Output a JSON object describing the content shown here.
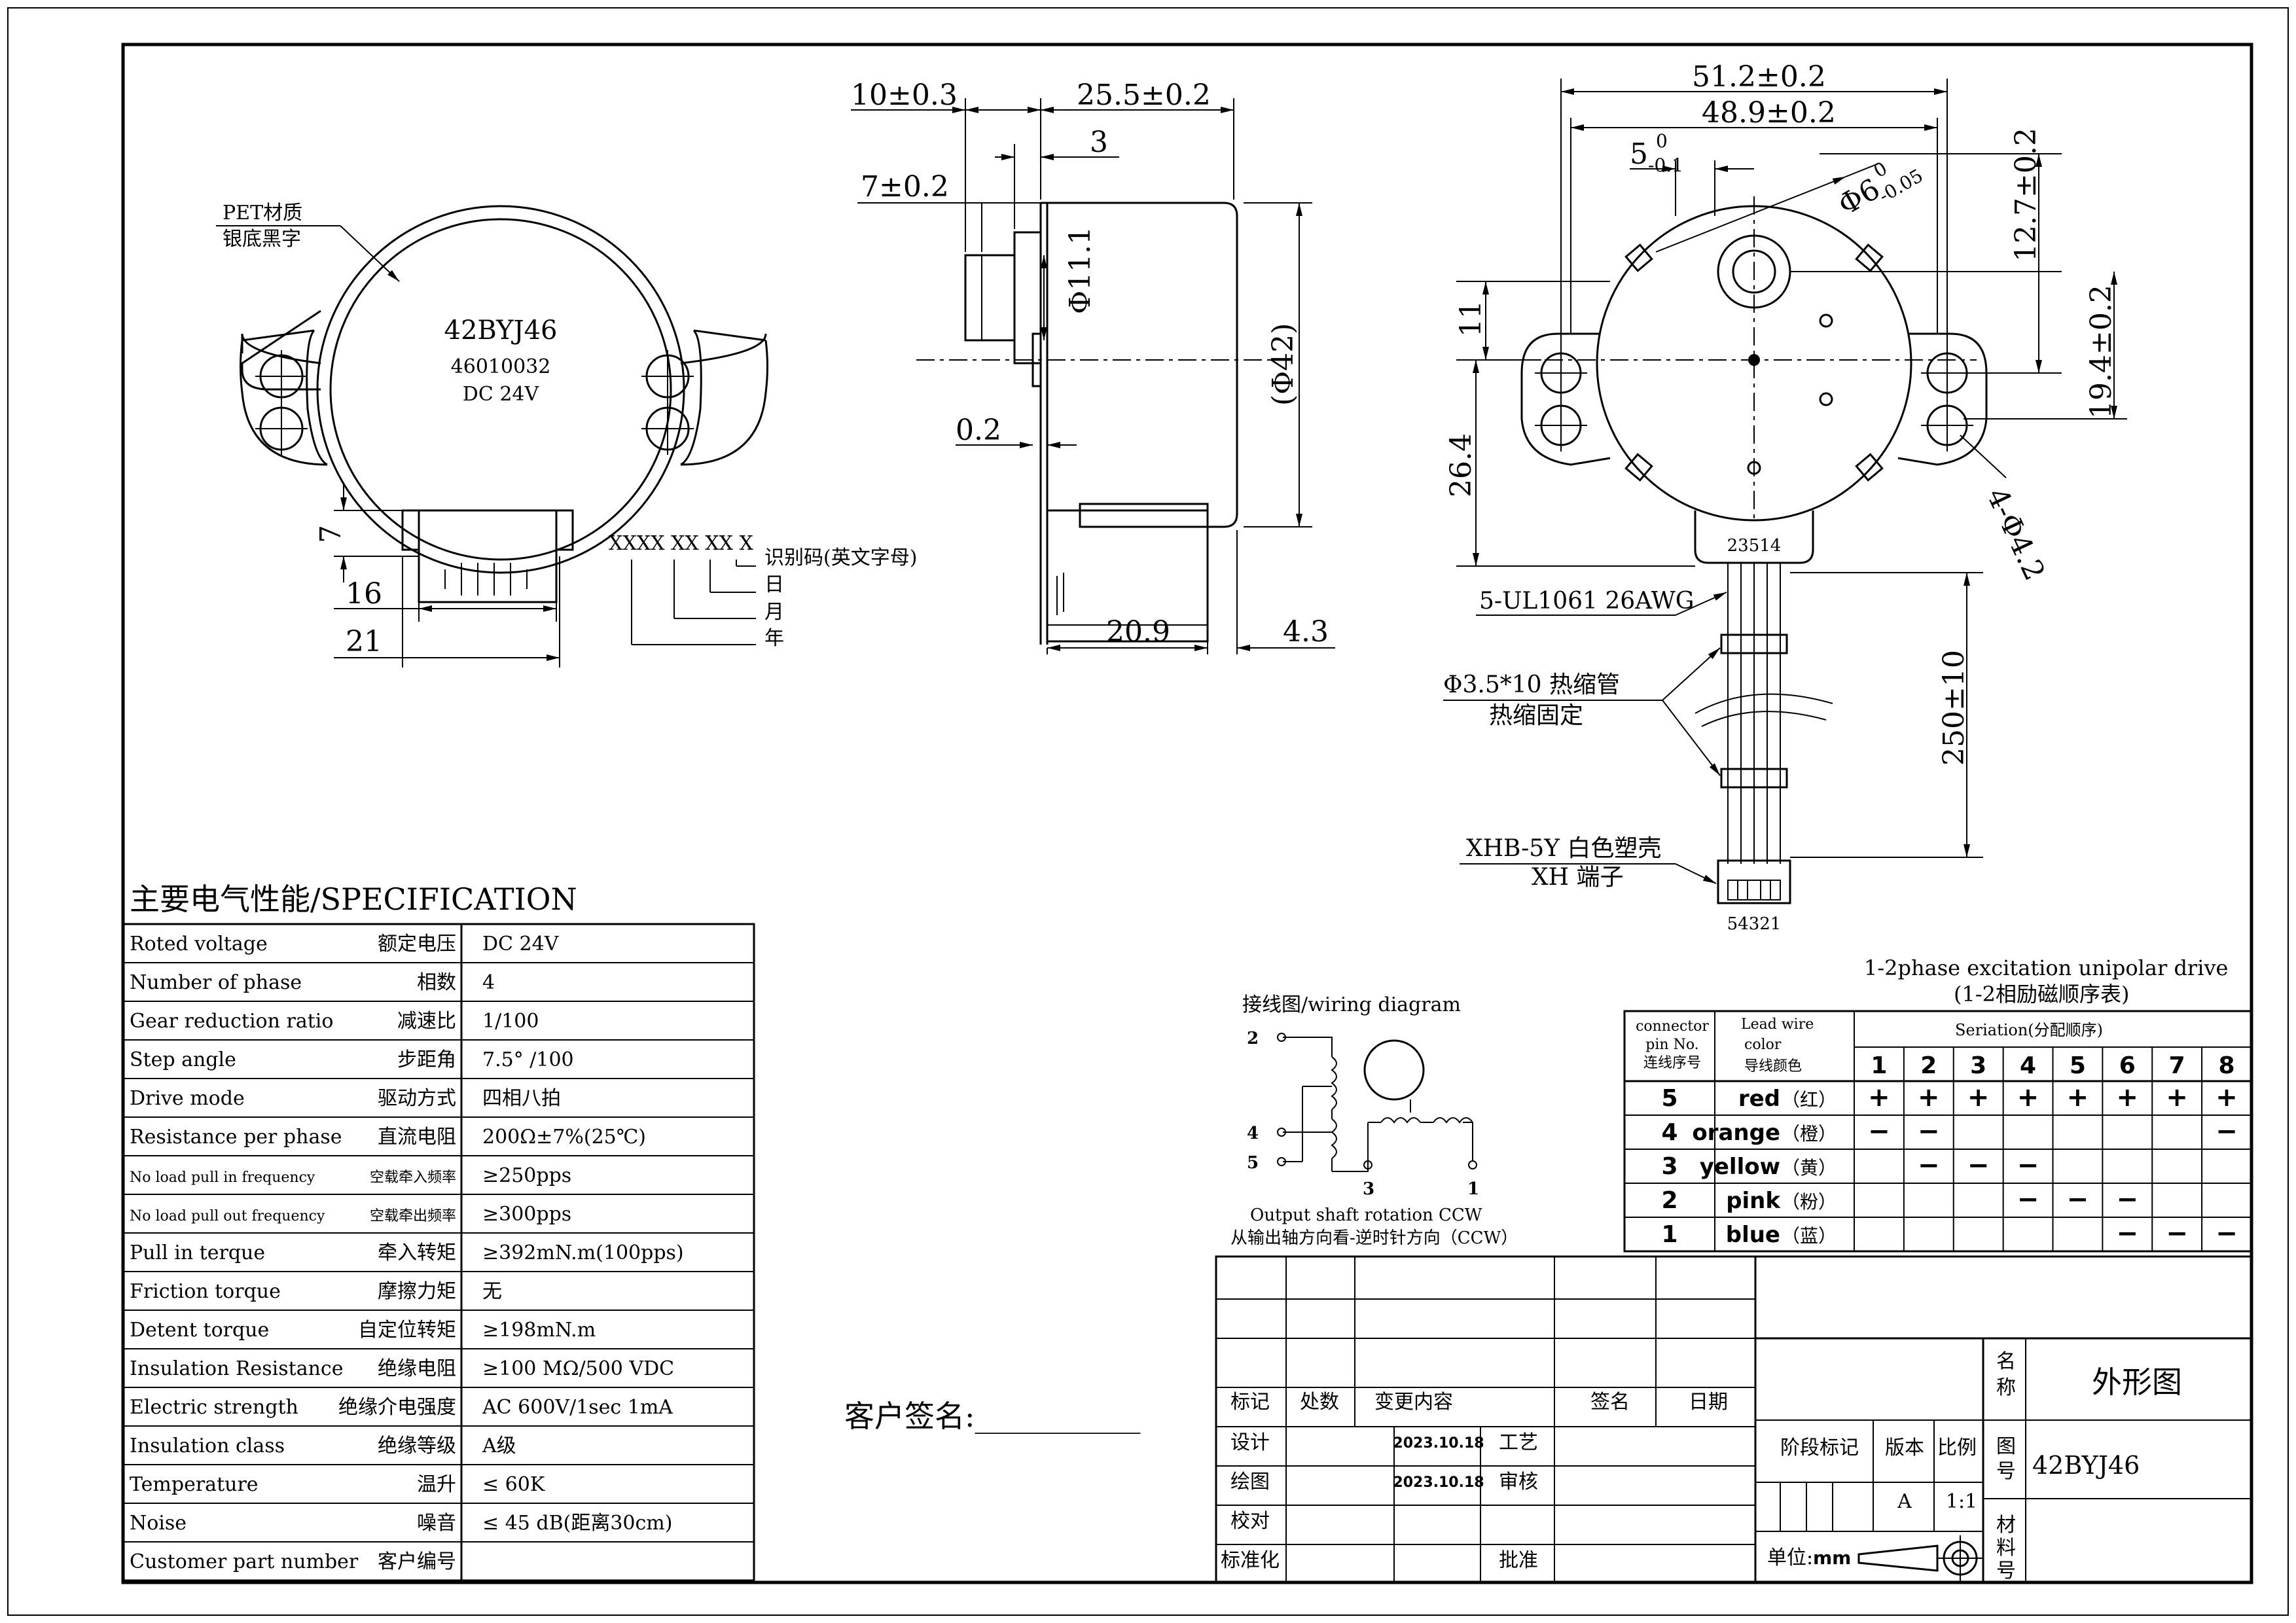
{
  "front_view": {
    "material_note_1": "PET材质",
    "material_note_2": "银底黑字",
    "label_model": "42BYJ46",
    "label_code": "46010032",
    "label_voltage": "DC 24V",
    "dim_7": "7",
    "dim_16": "16",
    "dim_21": "21",
    "code_format": "XXXX XX XX X",
    "code_identifier": "识别码(英文字母)",
    "code_day": "日",
    "code_month": "月",
    "code_year": "年"
  },
  "side_view": {
    "dim_10": "10±0.3",
    "dim_25_5": "25.5±0.2",
    "dim_3": "3",
    "dim_7": "7±0.2",
    "dim_phi11": "Φ11.1",
    "dim_phi42": "(Φ42)",
    "dim_0_2": "0.2",
    "dim_20_9": "20.9",
    "dim_4_3": "4.3"
  },
  "rear_view": {
    "dim_51_2": "51.2±0.2",
    "dim_48_9": "48.9±0.2",
    "dim_5_main": "5",
    "dim_5_upper": "0",
    "dim_5_lower": "-0.1",
    "dim_phi6_main": "Φ6",
    "dim_phi6_upper": "0",
    "dim_phi6_lower": "-0.05",
    "dim_12_7": "12.7±0.2",
    "dim_19_4": "19.4±0.2",
    "dim_11": "11",
    "dim_26_4": "26.4",
    "dim_holes": "4-Φ4.2",
    "dim_250": "250±10",
    "plate_code": "23514",
    "wire_spec": "5-UL1061 26AWG",
    "tube_spec": "Φ3.5*10 热缩管",
    "tube_note": "热缩固定",
    "housing_spec": "XHB-5Y 白色塑壳",
    "terminal_spec": "XH 端子",
    "connector_pins": "54321"
  },
  "spec": {
    "title": "主要电气性能/SPECIFICATION",
    "rows": [
      {
        "en": "Roted voltage",
        "cn": "额定电压",
        "val": "DC 24V"
      },
      {
        "en": "Number of phase",
        "cn": "相数",
        "val": "4"
      },
      {
        "en": "Gear reduction ratio",
        "cn": "减速比",
        "val": "1/100"
      },
      {
        "en": "Step angle",
        "cn": "步距角",
        "val": "7.5° /100"
      },
      {
        "en": "Drive mode",
        "cn": "驱动方式",
        "val": "四相八拍"
      },
      {
        "en": "Resistance per phase",
        "cn": "直流电阻",
        "val": "200Ω±7%(25℃)"
      },
      {
        "en": "No load pull in frequency",
        "cn": "空载牵入频率",
        "val": "≥250pps"
      },
      {
        "en": "No load pull out frequency",
        "cn": "空载牵出频率",
        "val": "≥300pps"
      },
      {
        "en": "Pull in terque",
        "cn": "牵入转矩",
        "val": "≥392mN.m(100pps)"
      },
      {
        "en": "Friction torque",
        "cn": "摩擦力矩",
        "val": "无"
      },
      {
        "en": "Detent torque",
        "cn": "自定位转矩",
        "val": "≥198mN.m"
      },
      {
        "en": "Insulation Resistance",
        "cn": "绝缘电阻",
        "val": "≥100 MΩ/500 VDC"
      },
      {
        "en": "Electric strength",
        "cn": "绝缘介电强度",
        "val": "AC 600V/1sec 1mA"
      },
      {
        "en": "Insulation class",
        "cn": "绝缘等级",
        "val": "A级"
      },
      {
        "en": "Temperature",
        "cn": "温升",
        "val": "≤ 60K"
      },
      {
        "en": "Noise",
        "cn": "噪音",
        "val": "≤ 45 dB(距离30cm)"
      },
      {
        "en": "Customer part number",
        "cn": "客户编号",
        "val": ""
      }
    ]
  },
  "customer_signature": "客户签名:___________",
  "wiring": {
    "title": "接线图/wiring diagram",
    "pins": [
      "2",
      "4",
      "5",
      "3",
      "1"
    ],
    "caption_en": "Output shaft rotation CCW",
    "caption_cn": "从输出轴方向看-逆时针方向（CCW）"
  },
  "sequence": {
    "title_en": "1-2phase excitation unipolar drive",
    "title_cn": "(1-2相励磁顺序表)",
    "hdr_pin_1": "connector",
    "hdr_pin_2": "pin No.",
    "hdr_pin_3": "连线序号",
    "hdr_color_1": "Lead wire",
    "hdr_color_2": "color",
    "hdr_color_3": "导线颜色",
    "hdr_seq": "Seriation(分配顺序)",
    "steps": [
      "1",
      "2",
      "3",
      "4",
      "5",
      "6",
      "7",
      "8"
    ],
    "rows": [
      {
        "pin": "5",
        "color": "red",
        "color_cn": "（红）",
        "cells": [
          "+",
          "+",
          "+",
          "+",
          "+",
          "+",
          "+",
          "+"
        ]
      },
      {
        "pin": "4",
        "color": "orange",
        "color_cn": "（橙）",
        "cells": [
          "−",
          "−",
          "",
          "",
          "",
          "",
          "",
          "−"
        ]
      },
      {
        "pin": "3",
        "color": "yellow",
        "color_cn": "（黄）",
        "cells": [
          "",
          "−",
          "−",
          "−",
          "",
          "",
          "",
          ""
        ]
      },
      {
        "pin": "2",
        "color": "pink",
        "color_cn": "（粉）",
        "cells": [
          "",
          "",
          "",
          "−",
          "−",
          "−",
          "",
          ""
        ]
      },
      {
        "pin": "1",
        "color": "blue",
        "color_cn": "（蓝）",
        "cells": [
          "",
          "",
          "",
          "",
          "",
          "−",
          "−",
          "−"
        ]
      }
    ]
  },
  "title_block": {
    "rev_mark": "标记",
    "rev_count": "处数",
    "rev_content": "变更内容",
    "rev_sign": "签名",
    "rev_date": "日期",
    "design": "设计",
    "design_date": "2023.10.18",
    "craft": "工艺",
    "draw": "绘图",
    "draw_date": "2023.10.18",
    "review": "审核",
    "check": "校对",
    "standard": "标准化",
    "approve": "批准",
    "stage": "阶段标记",
    "version": "版本",
    "scale": "比例",
    "version_val": "A",
    "scale_val": "1:1",
    "name_label_1": "名",
    "name_label_2": "称",
    "name_val": "外形图",
    "drawing_no_1": "图",
    "drawing_no_2": "号",
    "drawing_no_val": "42BYJ46",
    "material_1": "材",
    "material_2": "料",
    "material_3": "号",
    "unit_label": "单位:",
    "unit_val": "mm"
  }
}
